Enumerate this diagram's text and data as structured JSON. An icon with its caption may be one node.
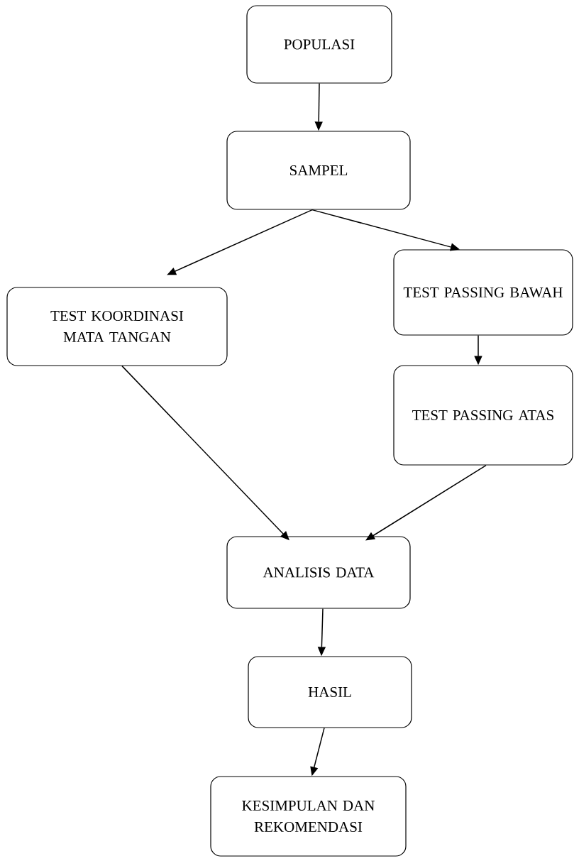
{
  "diagram": {
    "nodes": [
      {
        "text": [
          "POPULASI"
        ]
      },
      {
        "text": [
          "SAMPEL"
        ]
      },
      {
        "text": [
          "TEST KOORDINASI MATA TANGAN"
        ]
      },
      {
        "text": [
          "TEST PASSING BAWAH"
        ]
      },
      {
        "text": [
          "TEST PASSING ATAS"
        ]
      },
      {
        "text": [
          "ANALISIS DATA"
        ]
      },
      {
        "text": [
          "HASIL"
        ]
      },
      {
        "text": [
          "KESIMPULAN DAN REKOMENDASI"
        ]
      }
    ],
    "edges": [
      {
        "from": 0,
        "to": 1,
        "arrow": "to"
      },
      {
        "from": 1,
        "to": 2,
        "arrow": "to"
      },
      {
        "from": 1,
        "to": 3,
        "arrow": "to"
      },
      {
        "from": 3,
        "to": 4,
        "arrow": "to"
      },
      {
        "from": 2,
        "to": 5,
        "arrow": "to"
      },
      {
        "from": 4,
        "to": 5,
        "arrow": "to"
      },
      {
        "from": 5,
        "to": 6,
        "arrow": "to"
      },
      {
        "from": 6,
        "to": 7,
        "arrow": "to"
      }
    ]
  }
}
